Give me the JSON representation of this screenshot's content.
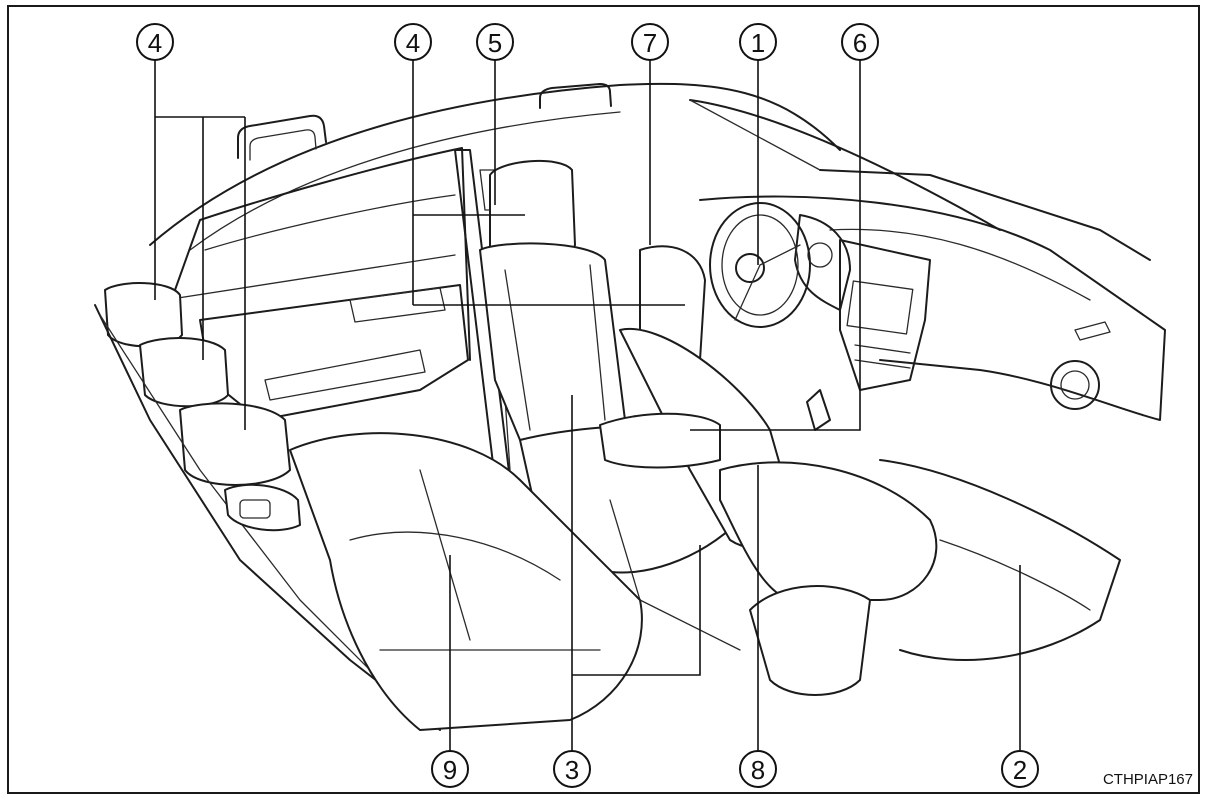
{
  "callouts": {
    "c4a": "4",
    "c4b": "4",
    "c5": "5",
    "c7": "7",
    "c1": "1",
    "c6": "6",
    "c9": "9",
    "c3": "3",
    "c8": "8",
    "c2": "2"
  },
  "image_code": "CTHPIAP167"
}
